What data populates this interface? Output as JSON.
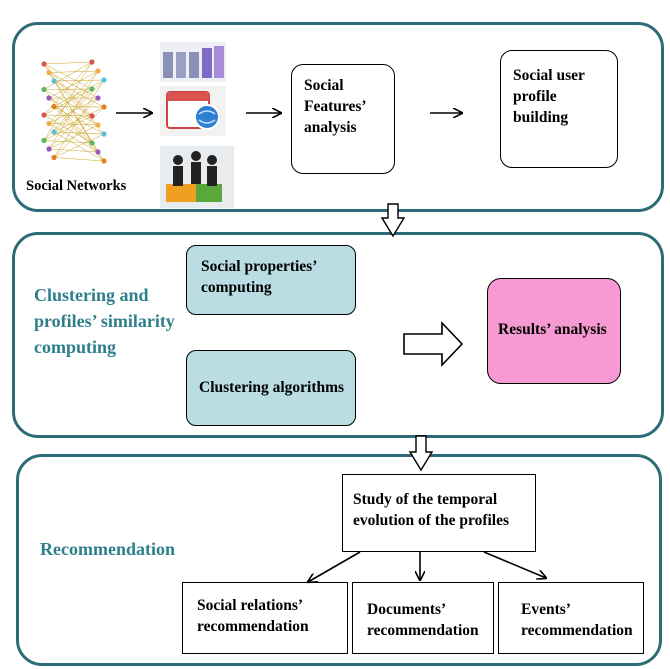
{
  "stage1": {
    "source_label": "Social Networks",
    "features_box": "Social Features’ analysis",
    "profile_box": "Social user profile building"
  },
  "stage2": {
    "title": "Clustering and profiles’ similarity computing",
    "properties_box": "Social properties’ computing",
    "algorithms_box": "Clustering algorithms",
    "results_box": "Results’ analysis"
  },
  "stage3": {
    "title": "Recommendation",
    "study_box": "Study of the temporal evolution of the profiles",
    "outputs": [
      "Social relations’ recommendation",
      "Documents’ recommendation",
      "Events’ recommendation"
    ]
  },
  "colors": {
    "panel_border": "#2e6b78",
    "title_text": "#2e7f8c",
    "teal_fill": "#b9dde2",
    "pink_fill": "#f79ad3"
  }
}
